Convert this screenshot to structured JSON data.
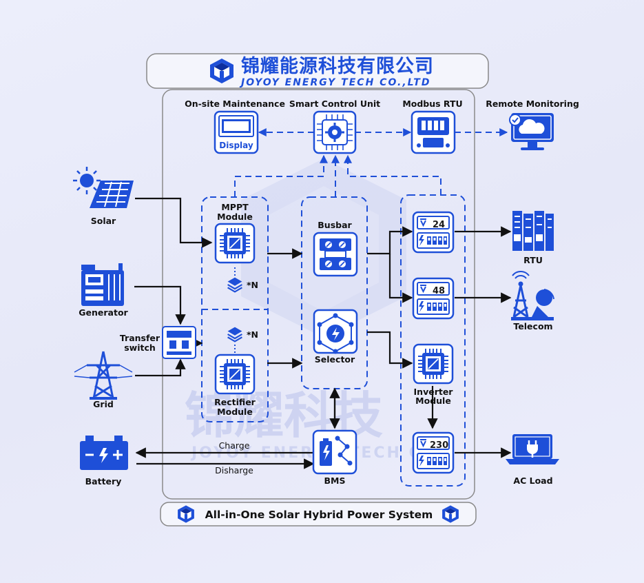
{
  "header": {
    "company_cn": "锦耀能源科技有限公司",
    "company_en": "JOYOY ENERGY TECH CO.,LTD"
  },
  "footer": {
    "title": "All-in-One Solar Hybrid Power System"
  },
  "watermark": {
    "cn": "锦耀科技",
    "en": "JOYOY ENERGY TECH CO."
  },
  "nodes": {
    "onsite": "On-site Maintenance",
    "display_text": "Display",
    "control": "Smart Control Unit",
    "modbus": "Modbus RTU",
    "remote": "Remote Monitoring",
    "solar": "Solar",
    "generator": "Generator",
    "grid": "Grid",
    "battery": "Battery",
    "transfer_1": "Transfer",
    "transfer_2": "switch",
    "mppt_1": "MPPT",
    "mppt_2": "Module",
    "mppt_mult": "*N",
    "rect_mult": "*N",
    "rect_1": "Rectifier",
    "rect_2": "Module",
    "busbar": "Busbar",
    "selector": "Selector",
    "bms": "BMS",
    "out24": "24",
    "out48": "48",
    "out230": "230",
    "inverter_1": "Inverter",
    "inverter_2": "Module",
    "rtu": "RTU",
    "telecom": "Telecom",
    "acload": "AC Load",
    "charge": "Charge",
    "discharge": "Disharge"
  },
  "colors": {
    "primary": "#1e4fd8",
    "dark": "#0d2e9e",
    "line": "#111111"
  }
}
